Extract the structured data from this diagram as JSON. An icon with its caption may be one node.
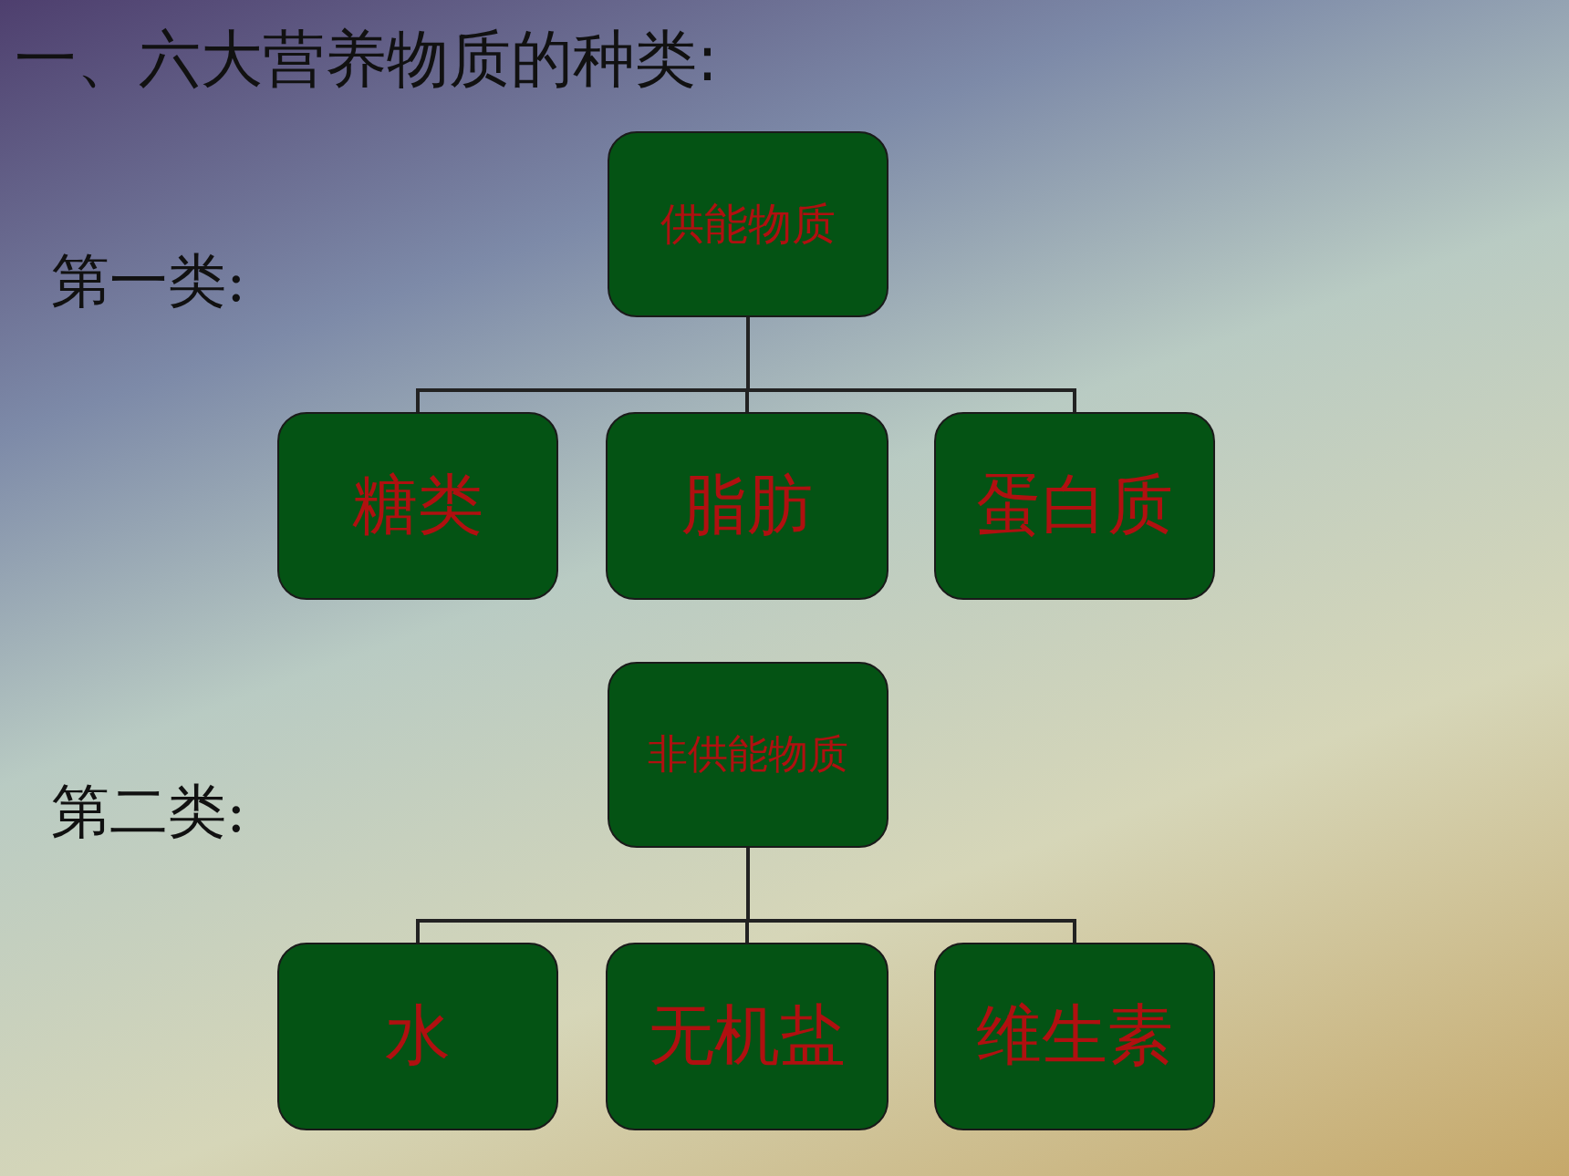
{
  "diagram": {
    "title": "一、六大营养物质的种类:",
    "nodes": [
      {
        "text": [
          "供能物质"
        ]
      },
      {
        "text": [
          "糖类"
        ]
      },
      {
        "text": [
          "脂肪"
        ]
      },
      {
        "text": [
          "蛋白质"
        ]
      },
      {
        "text": [
          "非供能物质"
        ]
      },
      {
        "text": [
          "水"
        ]
      },
      {
        "text": [
          "无机盐"
        ]
      },
      {
        "text": [
          "维生素"
        ]
      }
    ],
    "edges": [
      {
        "from": 0,
        "to": 1,
        "arrow": "none"
      },
      {
        "from": 0,
        "to": 2,
        "arrow": "none"
      },
      {
        "from": 0,
        "to": 3,
        "arrow": "none"
      },
      {
        "from": 4,
        "to": 5,
        "arrow": "none"
      },
      {
        "from": 4,
        "to": 6,
        "arrow": "none"
      },
      {
        "from": 4,
        "to": 7,
        "arrow": "none"
      }
    ],
    "labels": [
      "第一类:",
      "第二类:"
    ]
  }
}
